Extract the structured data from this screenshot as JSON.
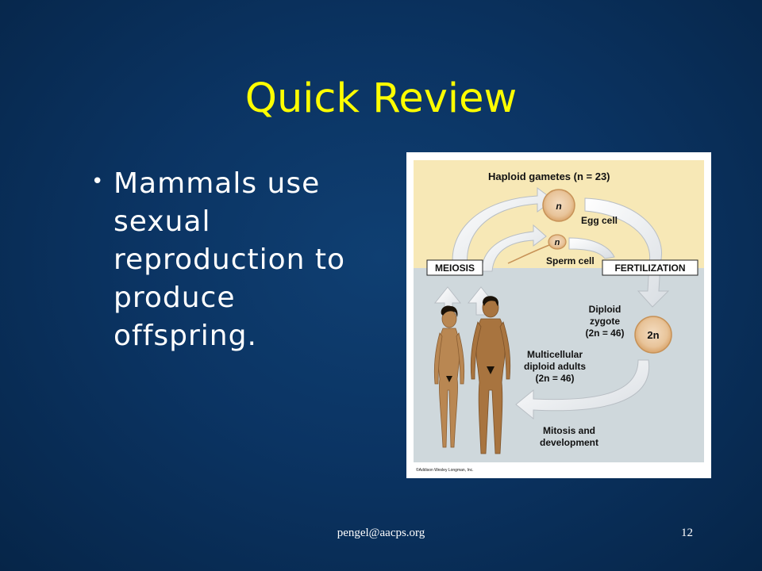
{
  "slide": {
    "title": "Quick Review",
    "bullets": [
      "Mammals use sexual reproduction to produce offspring."
    ],
    "footer_email": "pengel@aacps.org",
    "page_number": "12"
  },
  "diagram": {
    "haploid_label": "Haploid gametes (n = 23)",
    "egg_n": "n",
    "egg_label": "Egg cell",
    "sperm_n": "n",
    "sperm_label": "Sperm cell",
    "meiosis": "MEIOSIS",
    "fertilization": "FERTILIZATION",
    "diploid_l1": "Diploid",
    "diploid_l2": "zygote",
    "diploid_l3": "(2n = 46)",
    "zygote_2n": "2n",
    "adults_l1": "Multicellular",
    "adults_l2": "diploid adults",
    "adults_l3": "(2n = 46)",
    "mitosis_l1": "Mitosis and",
    "mitosis_l2": "development",
    "credit": "©Addison Wesley Longman, Inc."
  }
}
